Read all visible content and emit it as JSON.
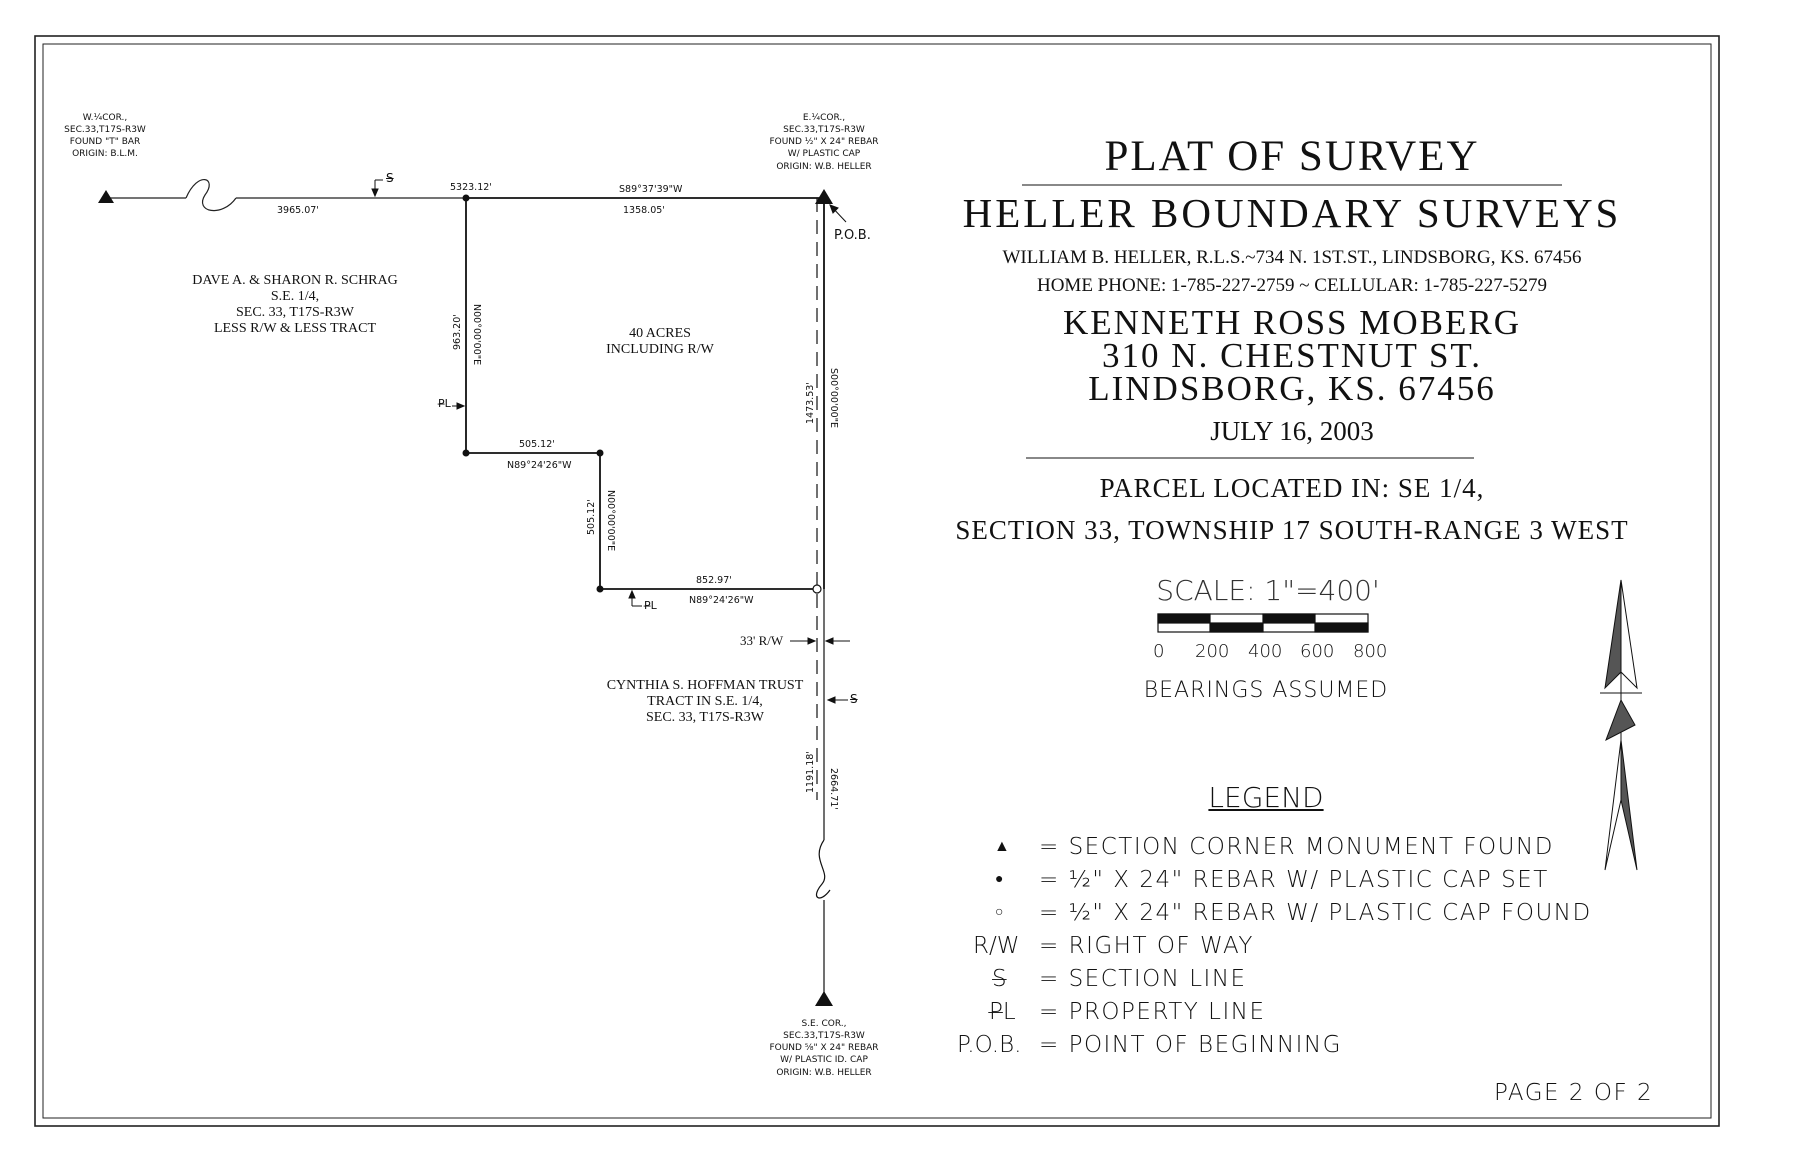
{
  "title_block": {
    "title": "PLAT OF SURVEY",
    "company": "HELLER BOUNDARY SURVEYS",
    "surveyor_line": "WILLIAM  B. HELLER, R.L.S.~734  N. 1ST.ST., LINDSBORG, KS. 67456",
    "phone_line": "HOME  PHONE: 1-785-227-2759  ~  CELLULAR: 1-785-227-5279",
    "client_name": "KENNETH  ROSS  MOBERG",
    "client_street": "310  N. CHESTNUT  ST.",
    "client_city": "LINDSBORG, KS. 67456",
    "date": "JULY  16, 2003",
    "parcel_line1": "PARCEL  LOCATED  IN:  SE 1/4,",
    "parcel_line2": "SECTION  33, TOWNSHIP  17  SOUTH-RANGE  3  WEST"
  },
  "scale": {
    "label": "SCALE: 1\"=400'",
    "ticks": [
      "0",
      "200",
      "400",
      "600",
      "800"
    ],
    "bearings_note": "BEARINGS  ASSUMED"
  },
  "legend": {
    "heading": "LEGEND",
    "items": [
      {
        "symbol": "▲",
        "text": "=  SECTION  CORNER  MONUMENT  FOUND"
      },
      {
        "symbol": "●",
        "text": "=  ½\" X  24\" REBAR  W/  PLASTIC  CAP  SET"
      },
      {
        "symbol": "○",
        "text": "=  ½\" X  24\" REBAR  W/  PLASTIC  CAP  FOUND"
      },
      {
        "symbol": "R/W",
        "text": "= RIGHT  OF  WAY"
      },
      {
        "symbol": "S̶",
        "text": "=  SECTION  LINE"
      },
      {
        "symbol": "P̶L",
        "text": "=  PROPERTY  LINE"
      },
      {
        "symbol": "P.O.B.",
        "text": "= POINT  OF  BEGINNING"
      }
    ]
  },
  "page_label": "PAGE  2  OF  2",
  "plat": {
    "w_corner": {
      "l1": "W.¼COR.,",
      "l2": "SEC.33,T17S-R3W",
      "l3": "FOUND \"T\" BAR",
      "l4": "ORIGIN: B.L.M."
    },
    "e_corner": {
      "l1": "E.¼COR.,",
      "l2": "SEC.33,T17S-R3W",
      "l3": "FOUND ½\" X 24\" REBAR",
      "l4": "W/ PLASTIC CAP",
      "l5": "ORIGIN: W.B. HELLER"
    },
    "se_corner": {
      "l1": "S.E. COR.,",
      "l2": "SEC.33,T17S-R3W",
      "l3": "FOUND ⅝\" X 24\" REBAR",
      "l4": "W/ PLASTIC ID. CAP",
      "l5": "ORIGIN: W.B. HELLER"
    },
    "pob": "P.O.B.",
    "schrag": {
      "l1": "DAVE  A. & SHARON  R. SCHRAG",
      "l2": "S.E. 1/4,",
      "l3": "SEC. 33, T17S-R3W",
      "l4": "LESS R/W  & LESS TRACT"
    },
    "acres": {
      "l1": "40  ACRES",
      "l2": "INCLUDING  R/W"
    },
    "hoffman": {
      "l1": "CYNTHIA  S. HOFFMAN  TRUST",
      "l2": "TRACT  IN  S.E. 1/4,",
      "l3": "SEC. 33, T17S-R3W"
    },
    "rw": "33' R/W",
    "dims": {
      "d3965": "3965.07'",
      "d5323": "5323.12'",
      "bearing_top": "S89°37'39\"W",
      "d1358": "1358.05'",
      "d963": "963.20'",
      "bearing_n_left": "N00°00'00\"E",
      "d505a": "505.12'",
      "bearing_n89a": "N89°24'26\"W",
      "d505b": "505.12'",
      "bearing_n_mid": "N00°00'00\"E",
      "d852": "852.97'",
      "bearing_n89b": "N89°24'26\"W",
      "d1473": "1473.53'",
      "bearing_s": "S00°00'00\"E",
      "d1191": "1191.18'",
      "d2664": "2664.71'"
    },
    "sl_symbol": "S̶",
    "pl_symbol": "P̶L"
  }
}
